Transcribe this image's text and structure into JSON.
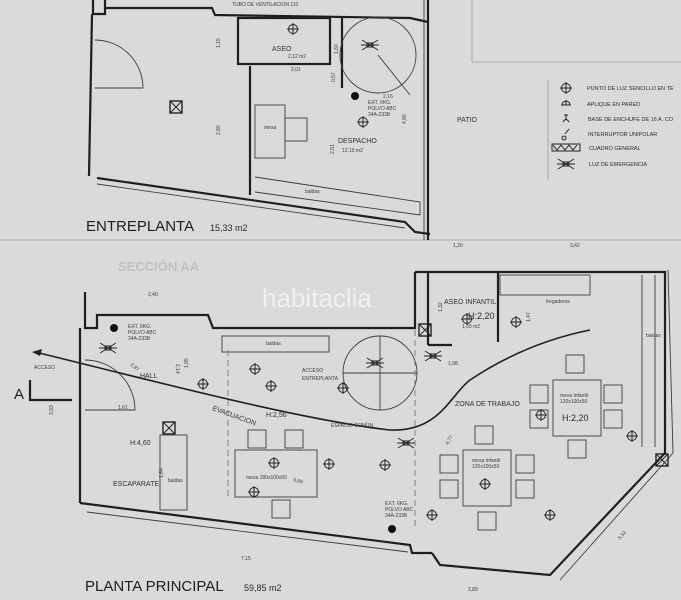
{
  "entreplanta": {
    "title": "ENTREPLANTA",
    "area": "15,33 m2",
    "tubo": "TUBO DE VENTILACION 110",
    "aseo": "ASEO",
    "aseo_area": "2,12 m2",
    "despacho": "DESPACHO",
    "despacho_area": "12,10 m2",
    "mesa": "mesa",
    "baldas": "baldas",
    "patio": "PATIO",
    "ext": [
      "EXT. 6KG.",
      "POLVO ABC",
      "34A-233B"
    ],
    "dims": {
      "d115": "1,15",
      "d286": "2,86",
      "d201": "2,01",
      "d160": "1,60",
      "d057": "0,57",
      "d216": "2,16",
      "d486": "4,86",
      "d251": "2,51"
    }
  },
  "legend": {
    "items": [
      {
        "icon": "light-point-icon",
        "label": "PUNTO DE LUZ SENCILLO EN TE"
      },
      {
        "icon": "wall-light-icon",
        "label": "APLIQUE EN PARED"
      },
      {
        "icon": "socket-icon",
        "label": "BASE DE ENCHUFE DE 16 A. CO"
      },
      {
        "icon": "switch-icon",
        "label": "INTERRUPTOR UNIPOLAR"
      },
      {
        "icon": "main-panel-icon",
        "label": "CUADRO GENERAL"
      },
      {
        "icon": "emergency-light-icon",
        "label": "LUZ DE EMERGENCIA"
      }
    ]
  },
  "section_label": "SECCIÓN AA",
  "watermark": "habitaclia",
  "planta_principal": {
    "title": "PLANTA PRINCIPAL",
    "area": "59,85 m2",
    "acceso": "ACCESO",
    "section_marker": "A",
    "hall": "HALL",
    "h460": "H:4,60",
    "escaparate": "ESCAPARATE",
    "baldas": "baldas",
    "evacuacion": "EVACUACION",
    "h256": "H:2,56",
    "espacio_comun": "ESPACIO COMÚN",
    "acceso_entreplanta": [
      "ACCESO",
      "ENTREPLANTA"
    ],
    "mesa_grande": "mesa 180x100x50",
    "ext": [
      "EXT. 6KG.",
      "POLVO ABC",
      "34A-233B"
    ],
    "aseo_infantil": "ASEO INFANTIL",
    "aseo_h": "H:2,20",
    "aseo_area": "1,65 m2",
    "fregaderos": "fregaderos",
    "zona_trabajo": "ZONA DE TRABAJO",
    "mesa_infantil": [
      "mesa infantil",
      "120x100x50"
    ],
    "zona_h": "H:2,20",
    "dims": {
      "d240": "2,40",
      "d287": "2,87",
      "d161": "1,61",
      "d393": "3,93",
      "d214": "2,14",
      "d195": "1,95",
      "d164": "1,64",
      "d566": "5,66",
      "d715": "7,15",
      "d120": "1,20",
      "d342": "3,42",
      "d132": "1,32",
      "d147": "1,47",
      "d198": "1,98",
      "d477": "4,77",
      "d332": "3,32",
      "d289": "2,89"
    }
  },
  "colors": {
    "paper": "#d9dbd9",
    "ink": "#1e1f22"
  }
}
